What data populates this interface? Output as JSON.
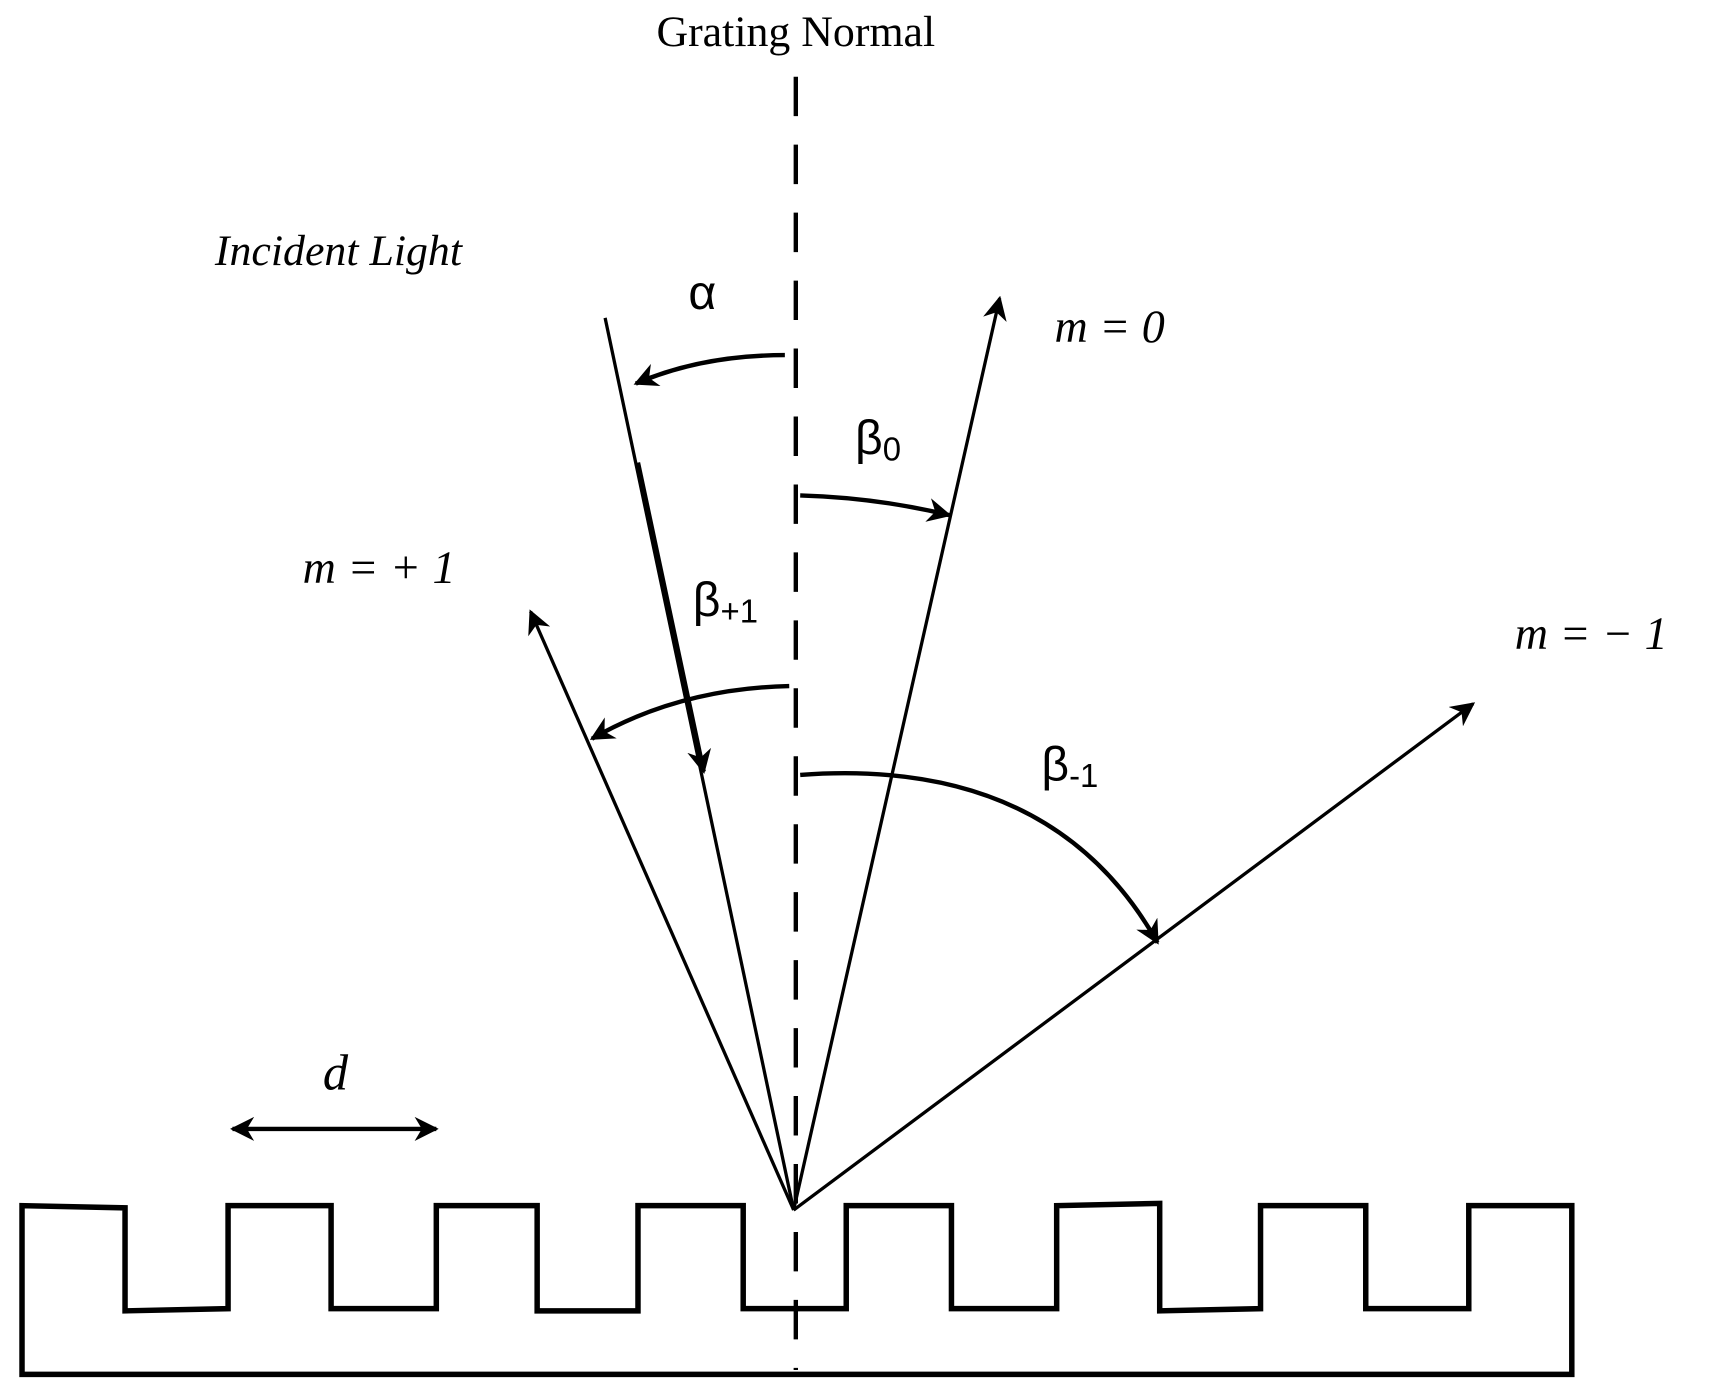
{
  "title": "Grating Normal",
  "labels": {
    "incident_light": "Incident Light",
    "alpha": "α",
    "beta0": "β",
    "beta0_sub": "0",
    "beta_plus1": "β",
    "beta_plus1_sub": "+1",
    "beta_minus1": "β",
    "beta_minus1_sub": "-1",
    "order_m0": "m = 0",
    "order_mplus1": "m = + 1",
    "order_mminus1": "m = − 1",
    "period": "d"
  },
  "diffraction_orders": [
    {
      "order": 0,
      "label": "m = 0"
    },
    {
      "order": 1,
      "label": "m = + 1"
    },
    {
      "order": -1,
      "label": "m = − 1"
    }
  ],
  "grating": {
    "grooves_visible": 8,
    "profile": "rectangular"
  },
  "colors": {
    "stroke": "#000000",
    "background": "#ffffff"
  }
}
